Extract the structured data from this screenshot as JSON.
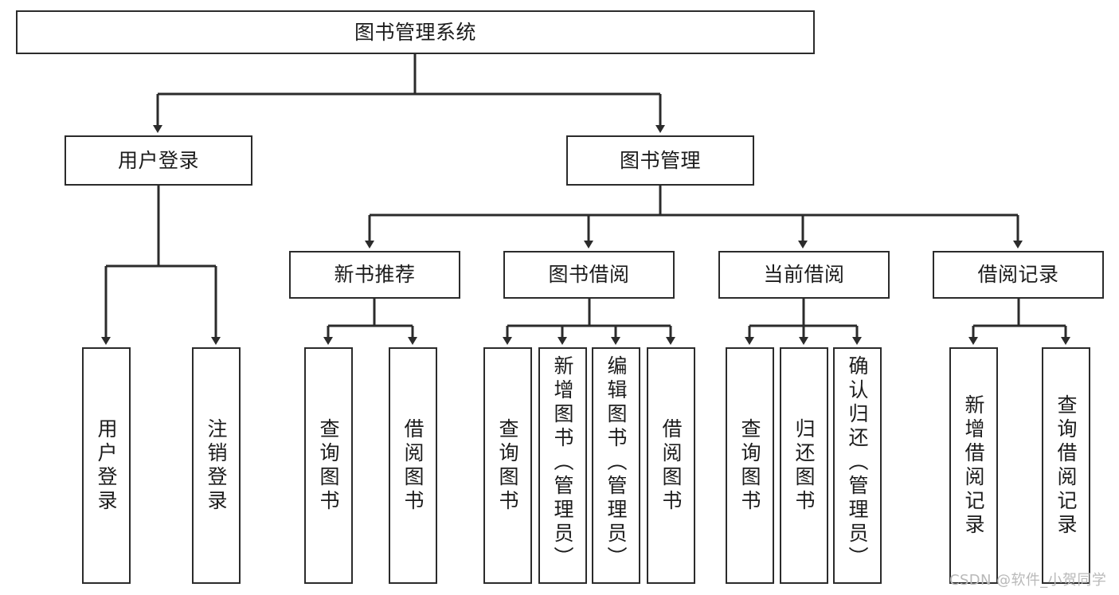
{
  "diagram": {
    "title": "图书管理系统",
    "type": "hierarchy-tree",
    "root": {
      "label": "图书管理系统"
    },
    "level2": [
      {
        "label": "用户登录"
      },
      {
        "label": "图书管理"
      }
    ],
    "level3": [
      {
        "label": "新书推荐"
      },
      {
        "label": "图书借阅"
      },
      {
        "label": "当前借阅"
      },
      {
        "label": "借阅记录"
      }
    ],
    "leaves": {
      "user_login": [
        {
          "label": "用户登录"
        },
        {
          "label": "注销登录"
        }
      ],
      "new_book_recommend": [
        {
          "label": "查询图书"
        },
        {
          "label": "借阅图书"
        }
      ],
      "book_borrow": [
        {
          "label": "查询图书"
        },
        {
          "label": "新增图书（管理员）"
        },
        {
          "label": "编辑图书（管理员）"
        },
        {
          "label": "借阅图书"
        }
      ],
      "current_borrow": [
        {
          "label": "查询图书"
        },
        {
          "label": "归还图书"
        },
        {
          "label": "确认归还（管理员）"
        }
      ],
      "borrow_record": [
        {
          "label": "新增借阅记录"
        },
        {
          "label": "查询借阅记录"
        }
      ]
    }
  },
  "watermark": {
    "text": "CSDN @软件_小贺同学"
  },
  "colors": {
    "stroke": "#2b2b2b",
    "text": "#1c1c1c",
    "background": "#ffffff",
    "watermark": "#b9b9b9"
  }
}
